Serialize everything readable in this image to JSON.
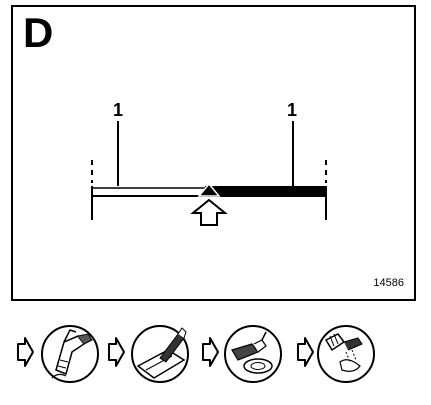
{
  "figure": {
    "panel_letter": "D",
    "callouts": [
      "1",
      "1"
    ],
    "figure_number": "14586"
  },
  "icons": {
    "step_arrow": "right-outline-arrow-icon",
    "steps": [
      "spray-gun-icon",
      "brush-on-surface-icon",
      "polisher-icon",
      "spray-on-surface-icon"
    ]
  }
}
